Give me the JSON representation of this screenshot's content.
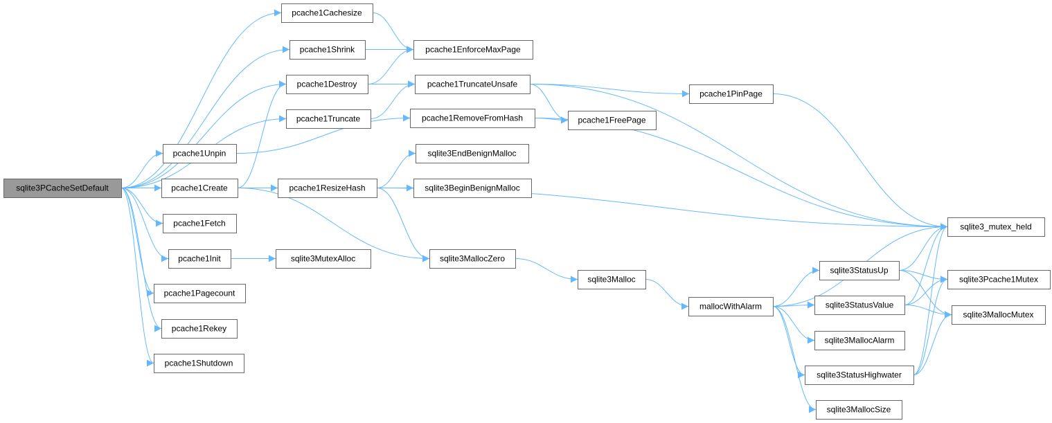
{
  "colors": {
    "edge": "#63b8ff",
    "node_border": "#666666",
    "node_fill": "#ffffff",
    "root_fill": "#999999"
  },
  "nodes": [
    {
      "id": "root",
      "label": "sqlite3PCacheSetDefault",
      "root": true
    },
    {
      "id": "cachesize",
      "label": "pcache1Cachesize"
    },
    {
      "id": "shrink",
      "label": "pcache1Shrink"
    },
    {
      "id": "destroy",
      "label": "pcache1Destroy"
    },
    {
      "id": "truncate",
      "label": "pcache1Truncate"
    },
    {
      "id": "unpin",
      "label": "pcache1Unpin"
    },
    {
      "id": "create",
      "label": "pcache1Create"
    },
    {
      "id": "fetch",
      "label": "pcache1Fetch"
    },
    {
      "id": "init",
      "label": "pcache1Init"
    },
    {
      "id": "pagecount",
      "label": "pcache1Pagecount"
    },
    {
      "id": "rekey",
      "label": "pcache1Rekey"
    },
    {
      "id": "shutdown",
      "label": "pcache1Shutdown"
    },
    {
      "id": "enforce",
      "label": "pcache1EnforceMaxPage"
    },
    {
      "id": "truncunsafe",
      "label": "pcache1TruncateUnsafe"
    },
    {
      "id": "removehash",
      "label": "pcache1RemoveFromHash"
    },
    {
      "id": "endbenign",
      "label": "sqlite3EndBenignMalloc"
    },
    {
      "id": "resizehash",
      "label": "pcache1ResizeHash"
    },
    {
      "id": "beginbenign",
      "label": "sqlite3BeginBenignMalloc"
    },
    {
      "id": "mutexalloc",
      "label": "sqlite3MutexAlloc"
    },
    {
      "id": "malloczero",
      "label": "sqlite3MallocZero"
    },
    {
      "id": "pinpage",
      "label": "pcache1PinPage"
    },
    {
      "id": "freepage",
      "label": "pcache1FreePage"
    },
    {
      "id": "malloc",
      "label": "sqlite3Malloc"
    },
    {
      "id": "mallocwithalarm",
      "label": "mallocWithAlarm"
    },
    {
      "id": "statusup",
      "label": "sqlite3StatusUp"
    },
    {
      "id": "statusvalue",
      "label": "sqlite3StatusValue"
    },
    {
      "id": "mallocalarm",
      "label": "sqlite3MallocAlarm"
    },
    {
      "id": "statushighwater",
      "label": "sqlite3StatusHighwater"
    },
    {
      "id": "mallocsize",
      "label": "sqlite3MallocSize"
    },
    {
      "id": "mutexheld",
      "label": "sqlite3_mutex_held"
    },
    {
      "id": "pcache1mutex",
      "label": "sqlite3Pcache1Mutex"
    },
    {
      "id": "mallocmutex",
      "label": "sqlite3MallocMutex"
    }
  ],
  "edges": [
    [
      "root",
      "cachesize"
    ],
    [
      "root",
      "shrink"
    ],
    [
      "root",
      "destroy"
    ],
    [
      "root",
      "truncate"
    ],
    [
      "root",
      "unpin"
    ],
    [
      "root",
      "create"
    ],
    [
      "root",
      "fetch"
    ],
    [
      "root",
      "init"
    ],
    [
      "root",
      "pagecount"
    ],
    [
      "root",
      "rekey"
    ],
    [
      "root",
      "shutdown"
    ],
    [
      "cachesize",
      "enforce"
    ],
    [
      "shrink",
      "enforce"
    ],
    [
      "destroy",
      "enforce"
    ],
    [
      "destroy",
      "truncunsafe"
    ],
    [
      "truncate",
      "truncunsafe"
    ],
    [
      "unpin",
      "removehash"
    ],
    [
      "create",
      "destroy"
    ],
    [
      "create",
      "resizehash"
    ],
    [
      "create",
      "malloczero"
    ],
    [
      "init",
      "mutexalloc"
    ],
    [
      "truncunsafe",
      "mutexheld"
    ],
    [
      "truncunsafe",
      "pinpage"
    ],
    [
      "truncunsafe",
      "freepage"
    ],
    [
      "removehash",
      "freepage"
    ],
    [
      "removehash",
      "mutexheld"
    ],
    [
      "resizehash",
      "endbenign"
    ],
    [
      "resizehash",
      "beginbenign"
    ],
    [
      "resizehash",
      "mutexheld"
    ],
    [
      "resizehash",
      "malloczero"
    ],
    [
      "pinpage",
      "mutexheld"
    ],
    [
      "malloczero",
      "malloc"
    ],
    [
      "malloc",
      "mallocwithalarm"
    ],
    [
      "mallocwithalarm",
      "mutexheld"
    ],
    [
      "mallocwithalarm",
      "statusup"
    ],
    [
      "mallocwithalarm",
      "statusvalue"
    ],
    [
      "mallocwithalarm",
      "mallocalarm"
    ],
    [
      "mallocwithalarm",
      "statushighwater"
    ],
    [
      "mallocwithalarm",
      "mallocsize"
    ],
    [
      "statusup",
      "mutexheld"
    ],
    [
      "statusup",
      "pcache1mutex"
    ],
    [
      "statusup",
      "mallocmutex"
    ],
    [
      "statusvalue",
      "mutexheld"
    ],
    [
      "statusvalue",
      "pcache1mutex"
    ],
    [
      "statusvalue",
      "mallocmutex"
    ],
    [
      "statushighwater",
      "mutexheld"
    ],
    [
      "statushighwater",
      "pcache1mutex"
    ],
    [
      "statushighwater",
      "mallocmutex"
    ]
  ]
}
